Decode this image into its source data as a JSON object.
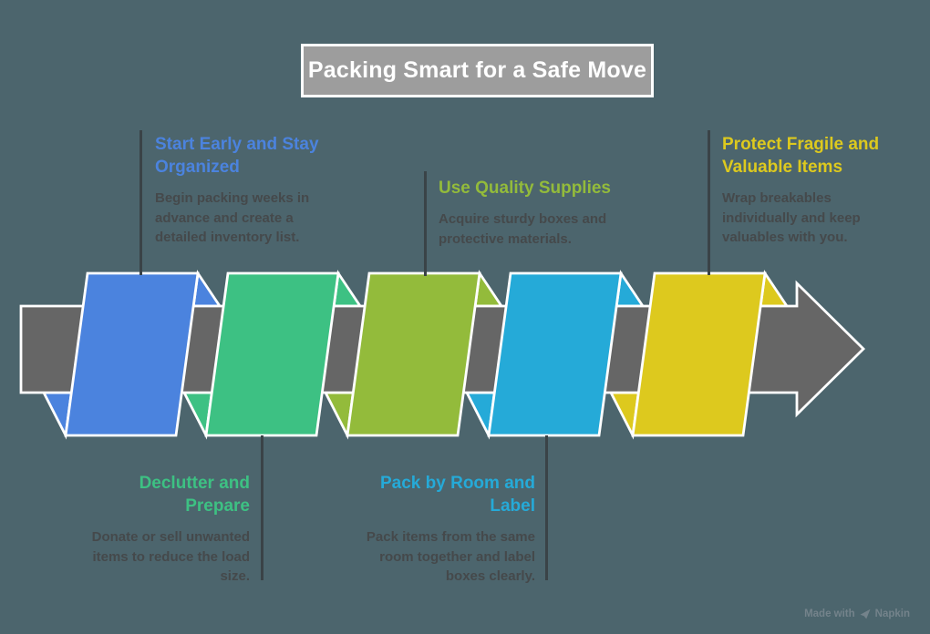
{
  "title": "Packing Smart for a Safe Move",
  "background_color": "#4c656d",
  "title_box": {
    "fill": "#9d9d9d",
    "border": "#ffffff",
    "text_color": "#ffffff"
  },
  "arrow": {
    "fill": "#666666",
    "outline": "#ffffff"
  },
  "connector_color": "#3a4347",
  "body_text_color": "#45494b",
  "steps": [
    {
      "label": "Start Early and Stay\nOrganized",
      "description": "Begin packing weeks in\nadvance and create a\ndetailed inventory list.",
      "color": "#4b83de",
      "label_position": "top"
    },
    {
      "label": "Declutter and\nPrepare",
      "description": "Donate or sell unwanted\nitems to reduce the load\nsize.",
      "color": "#3dc183",
      "label_position": "bottom"
    },
    {
      "label": "Use Quality Supplies",
      "description": "Acquire sturdy boxes and\nprotective materials.",
      "color": "#93bb3b",
      "label_position": "top"
    },
    {
      "label": "Pack by Room and\nLabel",
      "description": "Pack items from the same\nroom together and label\nboxes clearly.",
      "color": "#25aad8",
      "label_position": "bottom"
    },
    {
      "label": "Protect Fragile and\nValuable Items",
      "description": "Wrap breakables\nindividually and keep\nvaluables with you.",
      "color": "#ddc91e",
      "label_position": "top"
    }
  ],
  "footer": {
    "made_with": "Made with",
    "brand": "Napkin",
    "icon": "napkin-pen-icon",
    "text_color": "#74838b"
  }
}
